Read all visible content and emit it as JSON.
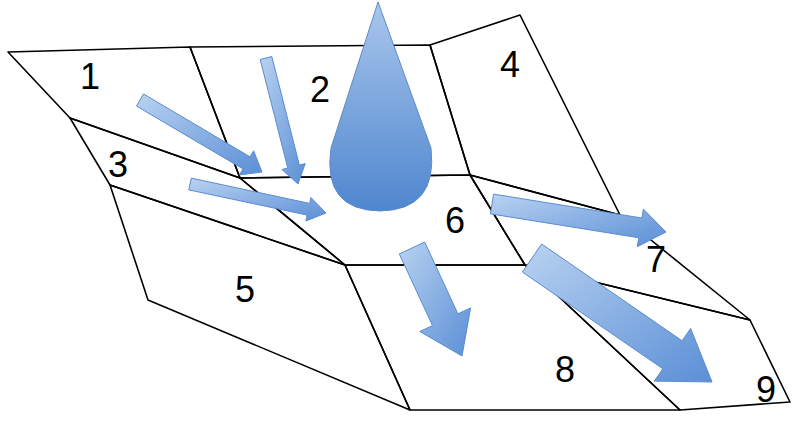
{
  "diagram": {
    "nodes": [
      {
        "text": [
          "1"
        ]
      },
      {
        "text": [
          "2"
        ]
      },
      {
        "text": [
          "3"
        ]
      },
      {
        "text": [
          "4"
        ]
      },
      {
        "text": [
          "5"
        ]
      },
      {
        "text": [
          "6"
        ]
      },
      {
        "text": [
          "7"
        ]
      },
      {
        "text": [
          "8"
        ]
      },
      {
        "text": [
          "9"
        ]
      }
    ],
    "edges": [
      {
        "from": 0,
        "to": 5,
        "arrow": "to"
      },
      {
        "from": 1,
        "to": 5,
        "arrow": "to"
      },
      {
        "from": 2,
        "to": 5,
        "arrow": "to"
      },
      {
        "from": 5,
        "to": 6,
        "arrow": "to"
      },
      {
        "from": 5,
        "to": 7,
        "arrow": "to"
      },
      {
        "from": 5,
        "to": 8,
        "arrow": "to"
      }
    ]
  }
}
